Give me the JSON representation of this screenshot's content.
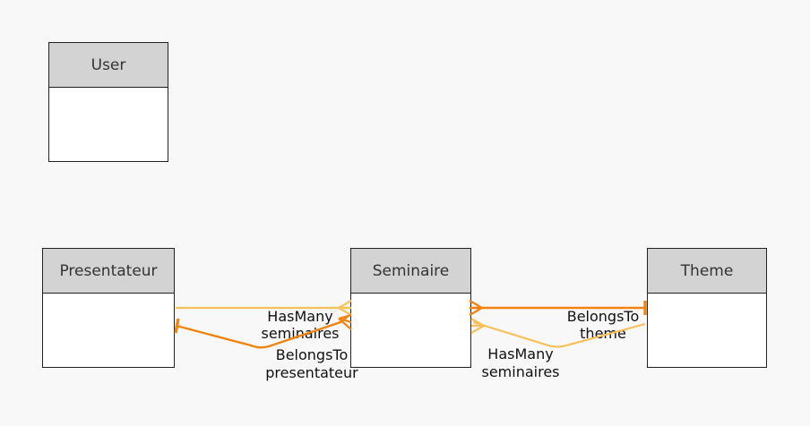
{
  "entities": {
    "user": {
      "name": "User"
    },
    "presentateur": {
      "name": "Presentateur"
    },
    "seminaire": {
      "name": "Seminaire"
    },
    "theme": {
      "name": "Theme"
    }
  },
  "relations": {
    "presentateur_seminaires": {
      "type": "HasMany",
      "target": "seminaires"
    },
    "seminaire_presentateur": {
      "type": "BelongsTo",
      "target": "presentateur"
    },
    "seminaire_theme": {
      "type": "BelongsTo",
      "target": "theme"
    },
    "theme_seminaires": {
      "type": "HasMany",
      "target": "seminaires"
    }
  },
  "colors": {
    "has_many": "#f8c05a",
    "belongs_to": "#f0840f"
  }
}
